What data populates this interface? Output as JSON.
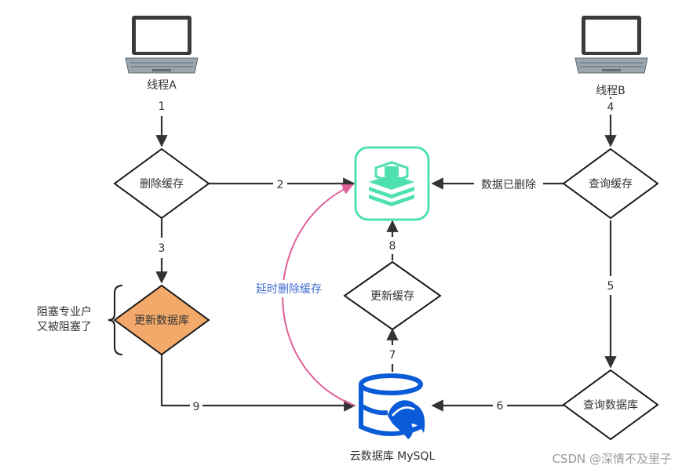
{
  "threads": {
    "a": "线程A",
    "b": "线程B"
  },
  "nodes": {
    "delete_cache": "删除缓存",
    "update_db": "更新数据库",
    "update_cache": "更新缓存",
    "query_cache": "查询缓存",
    "query_db": "查询数据库",
    "cloud_db": "云数据库 MySQL",
    "blocked_note_line1": "阻塞专业户",
    "blocked_note_line2": "又被阻塞了"
  },
  "edge_labels": {
    "e1": "1",
    "e2": "2",
    "e3": "3",
    "e4": "4",
    "e5": "5",
    "e6": "6",
    "e7": "7",
    "e8": "8",
    "e9": "9",
    "data_deleted": "数据已删除",
    "delayed_delete": "延时删除缓存"
  },
  "watermark": "CSDN @深情不及里子",
  "colors": {
    "update_db_fill": "#f2a96a",
    "cache_icon": "#4ee0b0",
    "mysql_icon": "#0a5bd8",
    "delayed_edge": "#e0609a",
    "delayed_label": "#3f6cd0"
  },
  "icons": {
    "thread_a": "laptop-icon",
    "thread_b": "laptop-icon",
    "cache": "redis-cache-icon",
    "db": "mysql-database-icon"
  }
}
